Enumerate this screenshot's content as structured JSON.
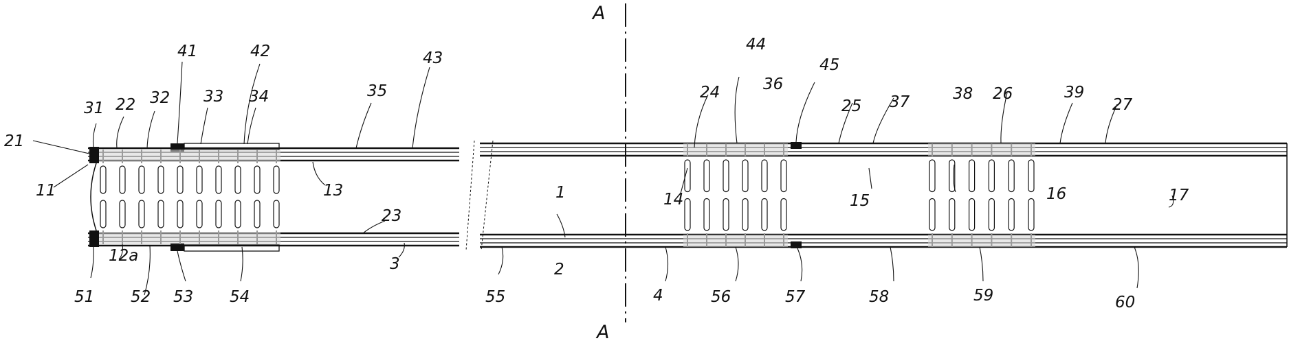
{
  "colors": {
    "ink": "#111111",
    "paper": "#ffffff",
    "rib": "#9a9a9a"
  },
  "section_label": "A",
  "labels": {
    "l1": "1",
    "l2": "2",
    "l3": "3",
    "l4": "4",
    "l11": "11",
    "l12": "12a",
    "l13": "13",
    "l14": "14",
    "l15": "15",
    "l16": "16",
    "l17": "17",
    "l21": "21",
    "l22": "22",
    "l23": "23",
    "l24": "24",
    "l25": "25",
    "l26": "26",
    "l27": "27",
    "l31": "31",
    "l32": "32",
    "l33": "33",
    "l34": "34",
    "l35": "35",
    "l36": "36",
    "l37": "37",
    "l38": "38",
    "l39": "39",
    "l41": "41",
    "l42": "42",
    "l43": "43",
    "l44": "44",
    "l45": "45",
    "l51": "51",
    "l52": "52",
    "l53": "53",
    "l54": "54",
    "l55": "55",
    "l56": "56",
    "l57": "57",
    "l58": "58",
    "l59": "59",
    "l60": "60"
  }
}
